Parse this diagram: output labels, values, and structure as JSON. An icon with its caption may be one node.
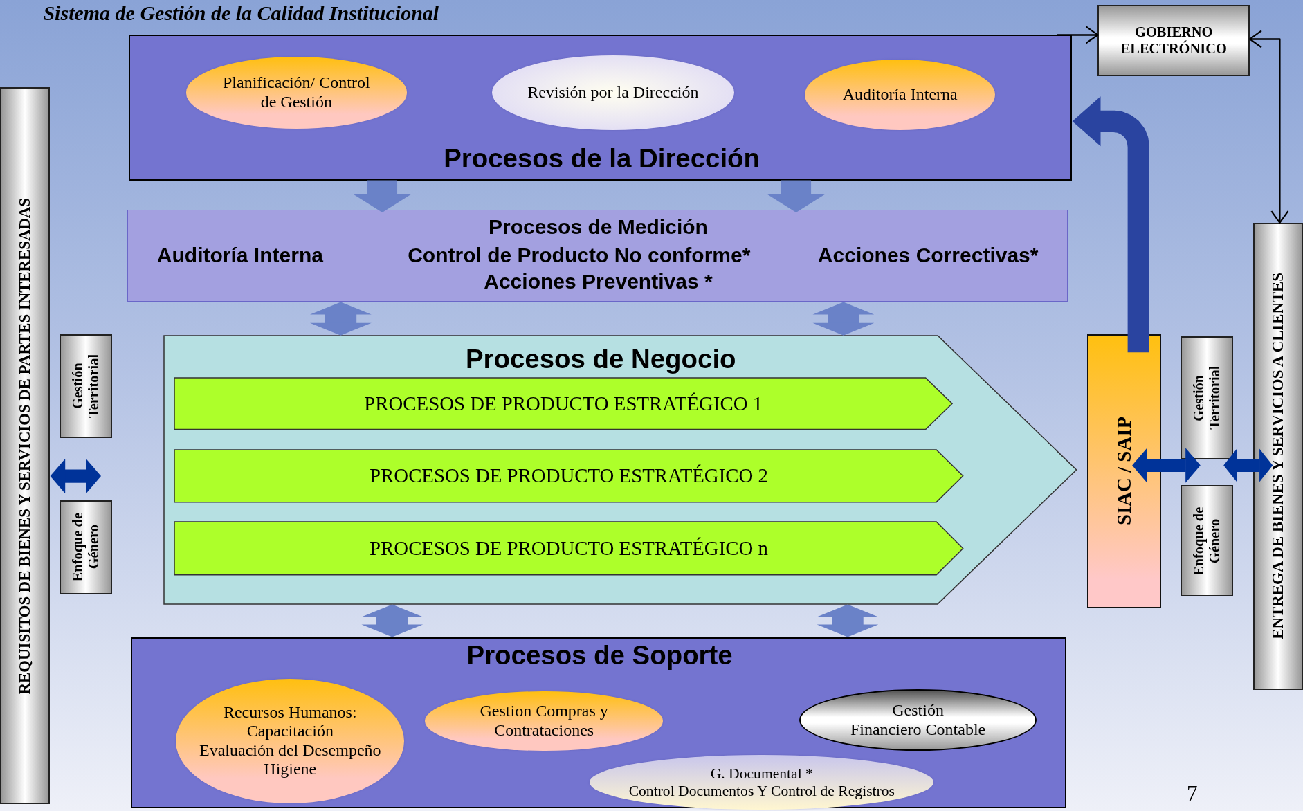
{
  "diagram": {
    "title": "Sistema de Gestión de la Calidad Institucional",
    "nodes": [
      {
        "text": [
          "Procesos de la Dirección"
        ]
      },
      {
        "text": [
          "Planificación/ Control de Gestión"
        ],
        "in": 0
      },
      {
        "text": [
          "Revisión por la Dirección"
        ],
        "in": 0
      },
      {
        "text": [
          "Auditoría Interna"
        ],
        "in": 0
      },
      {
        "text": [
          "Auditoría Interna",
          "Procesos de Medición",
          "Control de Producto No conforme*",
          "Acciones Preventivas *",
          "Acciones Correctivas*"
        ]
      },
      {
        "text": [
          "Procesos de Negocio"
        ]
      },
      {
        "text": [
          "PROCESOS DE PRODUCTO ESTRATÉGICO 1"
        ],
        "in": 5
      },
      {
        "text": [
          "PROCESOS DE PRODUCTO ESTRATÉGICO 2"
        ],
        "in": 5
      },
      {
        "text": [
          "PROCESOS DE PRODUCTO ESTRATÉGICO n"
        ],
        "in": 5
      },
      {
        "text": [
          "Procesos de Soporte"
        ]
      },
      {
        "text": [
          "Recursos Humanos:",
          "Capacitación",
          "Evaluación del Desempeño",
          "Higiene"
        ],
        "in": 9
      },
      {
        "text": [
          "Gestion Compras y Contrataciones"
        ],
        "in": 9
      },
      {
        "text": [
          "Gestión",
          "Financiero Contable"
        ],
        "in": 9
      },
      {
        "text": [
          "G. Documental *",
          "Control Documentos Y Control de Registros"
        ],
        "in": 9
      },
      {
        "text": [
          "REQUISITOS DE BIENES Y SERVICIOS DE PARTES INTERESADAS"
        ]
      },
      {
        "text": [
          "Gestión Territorial"
        ]
      },
      {
        "text": [
          "Enfoque de Género"
        ]
      },
      {
        "text": [
          "GOBIERNO ELECTRÓNICO"
        ]
      },
      {
        "text": [
          "SIAC / SAIP"
        ]
      },
      {
        "text": [
          "Gestión Territorial"
        ]
      },
      {
        "text": [
          "Enfoque de Género"
        ]
      },
      {
        "text": [
          "ENTREGA DE BIENES Y SERVICIOS A CLIENTES"
        ]
      }
    ],
    "edges": [
      {
        "from": 0,
        "to": 4,
        "arrow": "to"
      },
      {
        "from": 0,
        "to": 4,
        "arrow": "to"
      },
      {
        "from": 4,
        "to": 5,
        "arrow": "both"
      },
      {
        "from": 4,
        "to": 5,
        "arrow": "both"
      },
      {
        "from": 5,
        "to": 9,
        "arrow": "both"
      },
      {
        "from": 5,
        "to": 9,
        "arrow": "both"
      },
      {
        "from": 18,
        "to": 0,
        "arrow": "to",
        "color": "#2a44a0"
      },
      {
        "from": 0,
        "to": 17,
        "arrow": "to",
        "color": "#000000"
      },
      {
        "from": 17,
        "to": 21,
        "arrow": "both",
        "color": "#000000"
      },
      {
        "from": 14,
        "to": 16,
        "arrow": "both",
        "color": "#003399"
      },
      {
        "from": 18,
        "to": 20,
        "arrow": "both",
        "color": "#003399"
      },
      {
        "from": 20,
        "to": 21,
        "arrow": "both",
        "color": "#003399"
      }
    ],
    "labels": [
      "7"
    ]
  }
}
